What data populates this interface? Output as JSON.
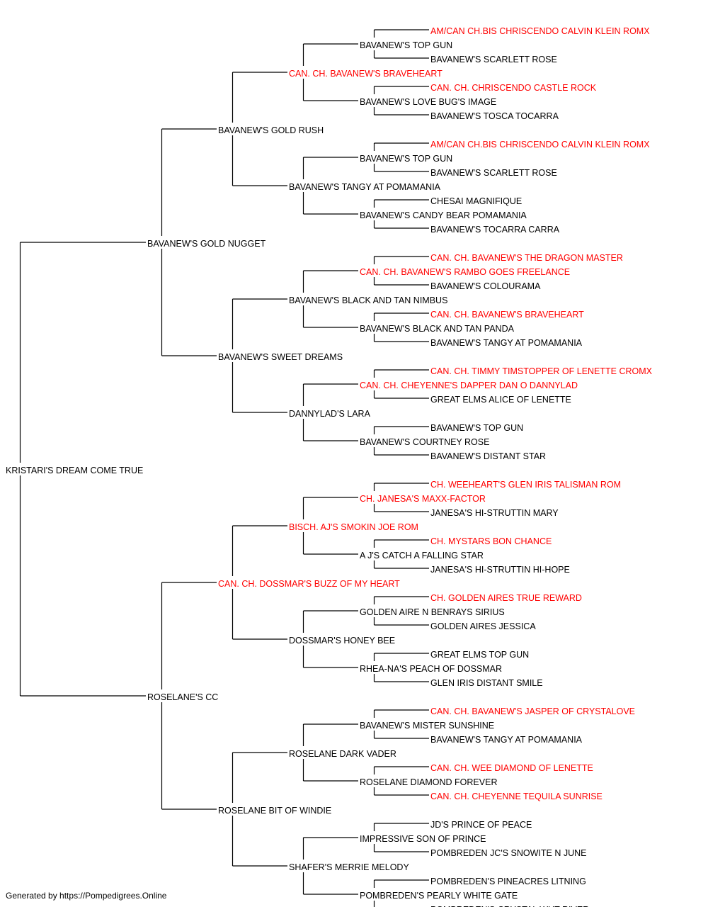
{
  "colors": {
    "champion": "#ff0000",
    "normal": "#000000",
    "line": "#000000"
  },
  "dogs": [
    {
      "name": "KRISTARI'S DREAM COME TRUE",
      "champion": false
    },
    {
      "name": "BAVANEW'S GOLD NUGGET",
      "champion": false
    },
    {
      "name": "ROSELANE'S CC",
      "champion": false
    },
    {
      "name": "BAVANEW'S GOLD RUSH",
      "champion": false
    },
    {
      "name": "BAVANEW'S SWEET DREAMS",
      "champion": false
    },
    {
      "name": "CAN. CH. DOSSMAR'S BUZZ OF MY HEART",
      "champion": true
    },
    {
      "name": "ROSELANE BIT OF WINDIE",
      "champion": false
    },
    {
      "name": "CAN. CH. BAVANEW'S BRAVEHEART",
      "champion": true
    },
    {
      "name": "BAVANEW'S TANGY AT POMAMANIA",
      "champion": false
    },
    {
      "name": "BAVANEW'S BLACK AND TAN NIMBUS",
      "champion": false
    },
    {
      "name": "DANNYLAD'S LARA",
      "champion": false
    },
    {
      "name": "BISCH. AJ'S SMOKIN JOE ROM",
      "champion": true
    },
    {
      "name": "DOSSMAR'S HONEY BEE",
      "champion": false
    },
    {
      "name": "ROSELANE DARK VADER",
      "champion": false
    },
    {
      "name": "SHAFER'S MERRIE MELODY",
      "champion": false
    },
    {
      "name": "BAVANEW'S TOP GUN",
      "champion": false
    },
    {
      "name": "BAVANEW'S LOVE BUG'S IMAGE",
      "champion": false
    },
    {
      "name": "BAVANEW'S TOP GUN",
      "champion": false
    },
    {
      "name": "BAVANEW'S CANDY BEAR POMAMANIA",
      "champion": false
    },
    {
      "name": "CAN. CH. BAVANEW'S RAMBO GOES FREELANCE",
      "champion": true
    },
    {
      "name": "BAVANEW'S BLACK AND TAN PANDA",
      "champion": false
    },
    {
      "name": "CAN. CH. CHEYENNE'S DAPPER DAN O DANNYLAD",
      "champion": true
    },
    {
      "name": "BAVANEW'S COURTNEY ROSE",
      "champion": false
    },
    {
      "name": "CH. JANESA'S MAXX-FACTOR",
      "champion": true
    },
    {
      "name": "A J'S CATCH A FALLING STAR",
      "champion": false
    },
    {
      "name": "GOLDEN AIRE N BENRAYS SIRIUS",
      "champion": false
    },
    {
      "name": "RHEA-NA'S PEACH OF DOSSMAR",
      "champion": false
    },
    {
      "name": "BAVANEW'S MISTER SUNSHINE",
      "champion": false
    },
    {
      "name": "ROSELANE DIAMOND FOREVER",
      "champion": false
    },
    {
      "name": "IMPRESSIVE SON OF PRINCE",
      "champion": false
    },
    {
      "name": "POMBREDEN'S PEARLY WHITE GATE",
      "champion": false
    },
    {
      "name": "AM/CAN CH.BIS CHRISCENDO CALVIN KLEIN ROMX",
      "champion": true
    },
    {
      "name": "BAVANEW'S SCARLETT ROSE",
      "champion": false
    },
    {
      "name": "CAN. CH. CHRISCENDO CASTLE ROCK",
      "champion": true
    },
    {
      "name": "BAVANEW'S TOSCA TOCARRA",
      "champion": false
    },
    {
      "name": "AM/CAN CH.BIS CHRISCENDO CALVIN KLEIN ROMX",
      "champion": true
    },
    {
      "name": "BAVANEW'S SCARLETT ROSE",
      "champion": false
    },
    {
      "name": "CHESAI MAGNIFIQUE",
      "champion": false
    },
    {
      "name": "BAVANEW'S TOCARRA CARRA",
      "champion": false
    },
    {
      "name": "CAN. CH. BAVANEW'S THE DRAGON MASTER",
      "champion": true
    },
    {
      "name": "BAVANEW'S COLOURAMA",
      "champion": false
    },
    {
      "name": "CAN. CH. BAVANEW'S BRAVEHEART",
      "champion": true
    },
    {
      "name": "BAVANEW'S TANGY AT POMAMANIA",
      "champion": false
    },
    {
      "name": "CAN. CH. TIMMY TIMSTOPPER OF LENETTE CROMX",
      "champion": true
    },
    {
      "name": "GREAT ELMS ALICE OF LENETTE",
      "champion": false
    },
    {
      "name": "BAVANEW'S TOP GUN",
      "champion": false
    },
    {
      "name": "BAVANEW'S DISTANT STAR",
      "champion": false
    },
    {
      "name": "CH. WEEHEART'S GLEN IRIS TALISMAN ROM",
      "champion": true
    },
    {
      "name": "JANESA'S HI-STRUTTIN MARY",
      "champion": false
    },
    {
      "name": "CH. MYSTARS BON CHANCE",
      "champion": true
    },
    {
      "name": "JANESA'S HI-STRUTTIN HI-HOPE",
      "champion": false
    },
    {
      "name": "CH. GOLDEN AIRES TRUE REWARD",
      "champion": true
    },
    {
      "name": "GOLDEN AIRES JESSICA",
      "champion": false
    },
    {
      "name": "GREAT ELMS TOP GUN",
      "champion": false
    },
    {
      "name": "GLEN IRIS DISTANT SMILE",
      "champion": false
    },
    {
      "name": "CAN. CH. BAVANEW'S JASPER OF CRYSTALOVE",
      "champion": true
    },
    {
      "name": "BAVANEW'S TANGY AT POMAMANIA",
      "champion": false
    },
    {
      "name": "CAN. CH. WEE DIAMOND OF LENETTE",
      "champion": true
    },
    {
      "name": "CAN. CH. CHEYENNE TEQUILA SUNRISE",
      "champion": true
    },
    {
      "name": "JD'S PRINCE OF PEACE",
      "champion": false
    },
    {
      "name": "POMBREDEN JC'S SNOWITE N JUNE",
      "champion": false
    },
    {
      "name": "POMBREDEN'S PINEACRES LITNING",
      "champion": false
    },
    {
      "name": "POMBREDEN'S CRYSTAL WHT RIVER",
      "champion": false
    }
  ],
  "footer": "Generated by https://Pompedigrees.Online"
}
